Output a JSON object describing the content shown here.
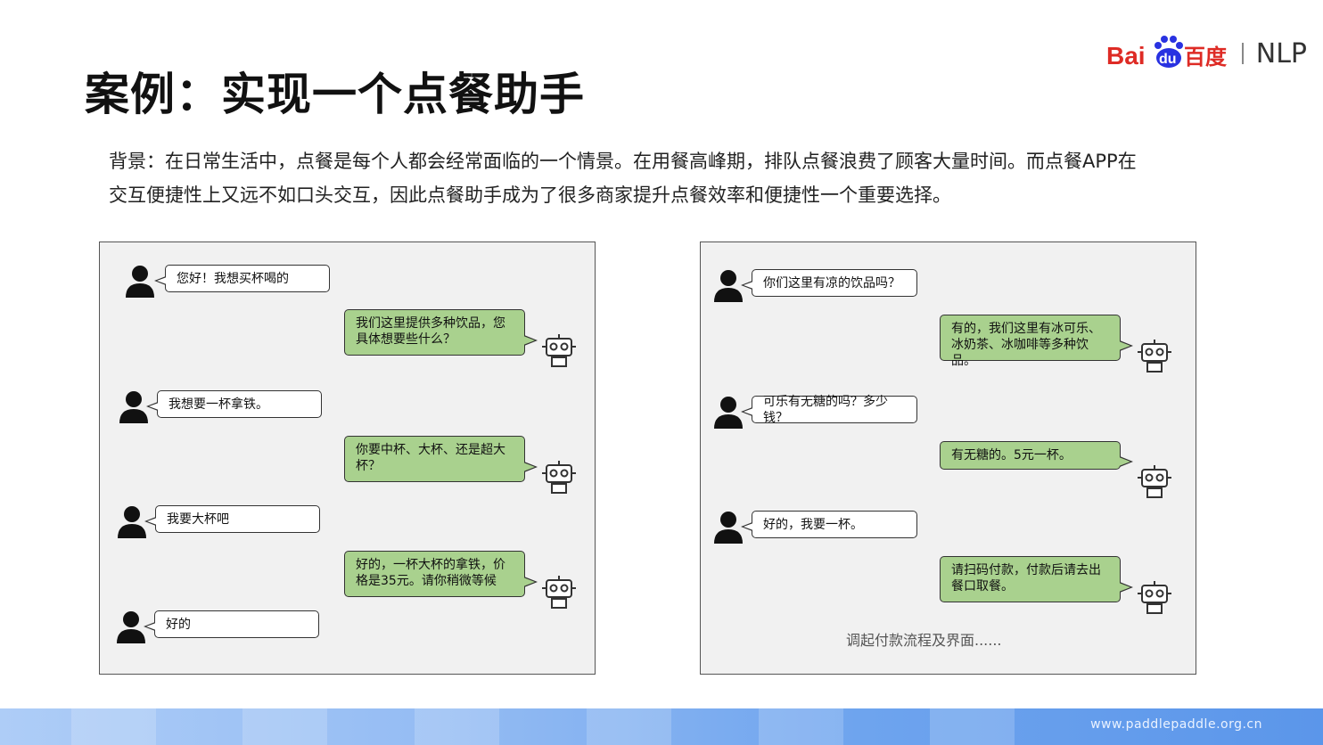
{
  "header": {
    "logo_text": "Bai du 百度",
    "nlp_label": "NLP",
    "title": "案例：实现一个点餐助手"
  },
  "background": {
    "line1": "背景：在日常生活中，点餐是每个人都会经常面临的一个情景。在用餐高峰期，排队点餐浪费了顾客大量时间。而点餐APP在",
    "line2": "交互便捷性上又远不如口头交互，因此点餐助手成为了很多商家提升点餐效率和便捷性一个重要选择。"
  },
  "left_dialog": {
    "messages": [
      {
        "role": "user",
        "text": "您好！我想买杯喝的"
      },
      {
        "role": "bot",
        "text": "我们这里提供多种饮品，您具体想要些什么？"
      },
      {
        "role": "user",
        "text": "我想要一杯拿铁。"
      },
      {
        "role": "bot",
        "text": "你要中杯、大杯、还是超大杯？"
      },
      {
        "role": "user",
        "text": "我要大杯吧"
      },
      {
        "role": "bot",
        "text": "好的，一杯大杯的拿铁，价格是35元。请你稍微等候"
      },
      {
        "role": "user",
        "text": "好的"
      }
    ]
  },
  "right_dialog": {
    "messages": [
      {
        "role": "user",
        "text": "你们这里有凉的饮品吗？"
      },
      {
        "role": "bot",
        "text": "有的，我们这里有冰可乐、冰奶茶、冰咖啡等多种饮品。"
      },
      {
        "role": "user",
        "text": "可乐有无糖的吗？多少钱？"
      },
      {
        "role": "bot",
        "text": "有无糖的。5元一杯。"
      },
      {
        "role": "user",
        "text": "好的，我要一杯。"
      },
      {
        "role": "bot",
        "text": "请扫码付款，付款后请去出餐口取餐。"
      }
    ],
    "note": "调起付款流程及界面......"
  },
  "footer": {
    "url": "www.paddlepaddle.org.cn"
  },
  "colors": {
    "bot_bubble": "#a9d18e",
    "user_bubble": "#ffffff",
    "panel_bg": "#f1f1f1",
    "baidu_red": "#de2b25",
    "baidu_blue": "#2932e1",
    "footer_blue": "#6ea4ee"
  }
}
